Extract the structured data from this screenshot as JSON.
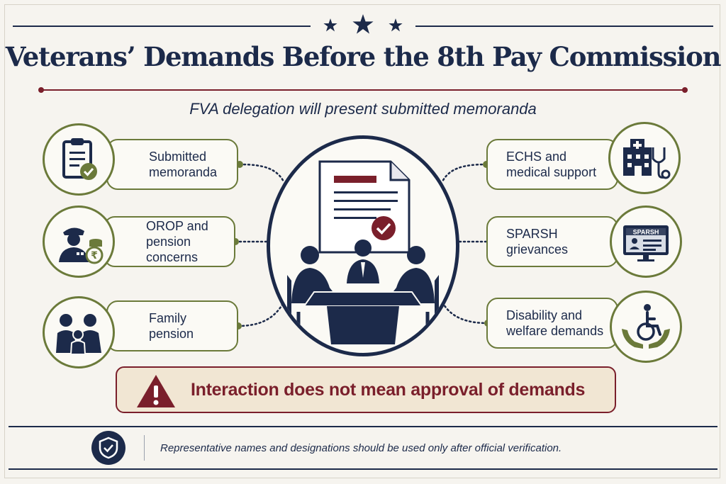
{
  "header": {
    "title": "Veterans’ Demands Before the 8th Pay Commission",
    "subtitle": "FVA delegation will present submitted memoranda"
  },
  "left_items": [
    {
      "label": "Submitted\nmemoranda",
      "icon": "clipboard-check-icon"
    },
    {
      "label": "OROP and\npension\nconcerns",
      "icon": "veteran-rupee-icon"
    },
    {
      "label": "Family\npension",
      "icon": "family-icon"
    }
  ],
  "right_items": [
    {
      "label": "ECHS and\nmedical support",
      "icon": "hospital-stethoscope-icon"
    },
    {
      "label": "SPARSH\ngrievances",
      "icon": "monitor-sparsh-icon",
      "screen_text": "SPARSH"
    },
    {
      "label": "Disability and\nwelfare demands",
      "icon": "wheelchair-hands-icon"
    }
  ],
  "center": {
    "icon": "meeting-document-icon"
  },
  "warning": {
    "text": "Interaction does not mean approval of demands",
    "icon": "warning-triangle-icon"
  },
  "footer": {
    "note": "Representative names and designations should be used only after official verification.",
    "icon": "shield-check-icon"
  },
  "colors": {
    "navy": "#1c2a4a",
    "maroon": "#7a1f2b",
    "olive": "#6b7a3a",
    "background": "#f6f4ef"
  }
}
